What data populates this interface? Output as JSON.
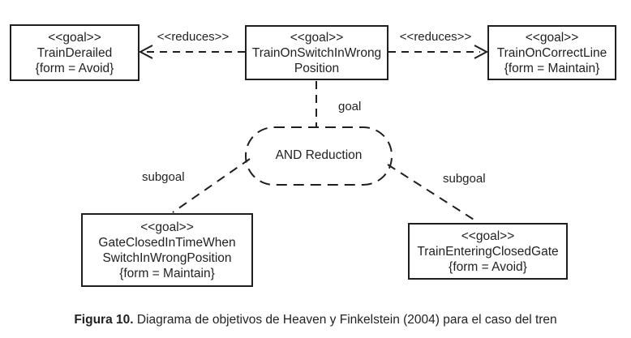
{
  "colors": {
    "ink": "#1f1f1f",
    "background": "#ffffff"
  },
  "diagram": {
    "nodes": {
      "trainDerailed": {
        "lines": [
          "<<goal>>",
          "TrainDerailed",
          "{form = Avoid}"
        ]
      },
      "trainOnSwitchInWrongPosition": {
        "lines": [
          "<<goal>>",
          "TrainOnSwitchInWrong",
          "Position"
        ]
      },
      "trainOnCorrectLine": {
        "lines": [
          "<<goal>>",
          "TrainOnCorrectLine",
          "{form = Maintain}"
        ]
      },
      "gateClosedInTimeWhenSwitchInWrongPosition": {
        "lines": [
          "<<goal>>",
          "GateClosedInTimeWhen",
          "SwitchInWrongPosition",
          "{form = Maintain}"
        ]
      },
      "trainEnteringClosedGate": {
        "lines": [
          "<<goal>>",
          "TrainEnteringClosedGate",
          "{form = Avoid}"
        ]
      }
    },
    "andReduction": {
      "label": "AND Reduction"
    },
    "edgeLabels": {
      "reducesLeft": "<<reduces>>",
      "reducesRight": "<<reduces>>",
      "goal": "goal",
      "subgoalLeft": "subgoal",
      "subgoalRight": "subgoal"
    }
  },
  "caption": {
    "prefix": "Figura 10.",
    "text": "Diagrama de objetivos de Heaven y Finkelstein (2004) para el caso del tren"
  }
}
